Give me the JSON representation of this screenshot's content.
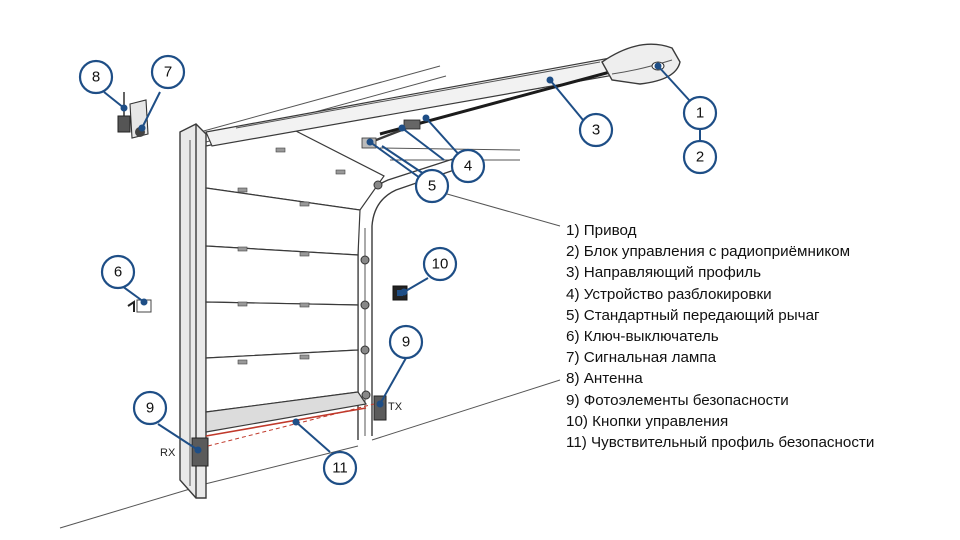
{
  "callouts": [
    {
      "id": "c1",
      "label": "1"
    },
    {
      "id": "c2",
      "label": "2"
    },
    {
      "id": "c3",
      "label": "3"
    },
    {
      "id": "c4",
      "label": "4"
    },
    {
      "id": "c5",
      "label": "5"
    },
    {
      "id": "c6",
      "label": "6"
    },
    {
      "id": "c7",
      "label": "7"
    },
    {
      "id": "c8",
      "label": "8"
    },
    {
      "id": "c9a",
      "label": "9"
    },
    {
      "id": "c9b",
      "label": "9"
    },
    {
      "id": "c10",
      "label": "10"
    },
    {
      "id": "c11",
      "label": "11"
    }
  ],
  "sensor_labels": {
    "rx": "RX",
    "tx": "TX"
  },
  "legend": [
    "1) Привод",
    "2) Блок управления с радиоприёмником",
    "3) Направляющий профиль",
    "4) Устройство разблокировки",
    "5) Стандартный передающий рычаг",
    "6) Ключ-выключатель",
    "7) Сигнальная лампа",
    "8) Антенна",
    "9) Фотоэлементы безопасности",
    "10) Кнопки управления",
    "11) Чувствительный профиль безопасности"
  ],
  "colors": {
    "accent": "#1e4e86",
    "safety_edge": "#c0392b"
  }
}
